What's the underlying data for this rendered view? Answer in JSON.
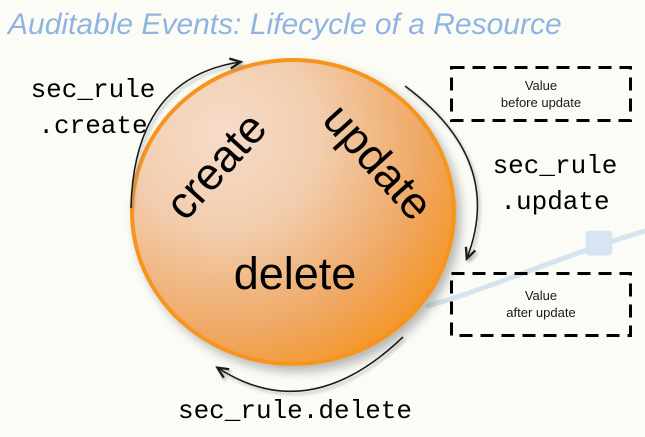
{
  "title": "Auditable Events: Lifecycle of a Resource",
  "circle": {
    "create": "create",
    "update": "update",
    "delete": "delete"
  },
  "events": {
    "create": {
      "line1": "sec_rule",
      "line2": ".create"
    },
    "update": {
      "line1": "sec_rule",
      "line2": ".update"
    },
    "delete": {
      "line1": "sec_rule.delete"
    }
  },
  "callouts": {
    "before": {
      "line1": "Value",
      "line2": "before update"
    },
    "after": {
      "line1": "Value",
      "line2": "after update"
    }
  },
  "colors": {
    "title": "#8FB4E2",
    "circle_border": "#F7941E",
    "circle_fill_light": "#F6DCC9",
    "circle_fill_dark": "#F88C06",
    "arrow": "#1A1A1A",
    "callout_border": "#000000",
    "decor_blue": "#D7E5F2",
    "background": "#FCFCF7"
  }
}
